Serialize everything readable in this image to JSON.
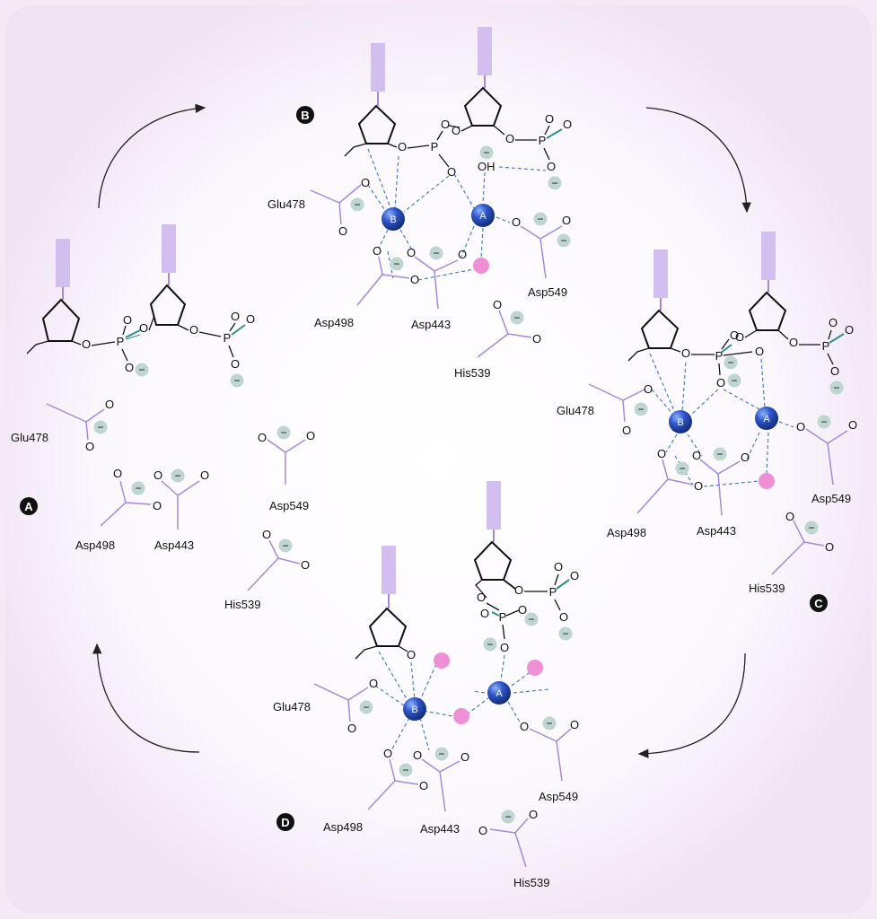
{
  "colors": {
    "background": "#f7f1fa",
    "residue_line": "#a48ad6",
    "base_block": "#d2bff0",
    "coordination": "#3a74c4",
    "metal": "#1f3f9e",
    "water": "#ef8fd6",
    "charge_badge": "#bfd5cf",
    "arrow": "#222222"
  },
  "panels": {
    "A": {
      "label": "A",
      "residues": {
        "glu": "Glu478",
        "asp498": "Asp498",
        "asp443": "Asp443",
        "asp549": "Asp549",
        "his": "His539"
      }
    },
    "B": {
      "label": "B",
      "residues": {
        "glu": "Glu478",
        "asp498": "Asp498",
        "asp443": "Asp443",
        "asp549": "Asp549",
        "his": "His539"
      },
      "metals": {
        "a": "A",
        "b": "B"
      },
      "hydroxyl": "OH"
    },
    "C": {
      "label": "C",
      "residues": {
        "glu": "Glu478",
        "asp498": "Asp498",
        "asp443": "Asp443",
        "asp549": "Asp549",
        "his": "His539"
      },
      "metals": {
        "a": "A",
        "b": "B"
      }
    },
    "D": {
      "label": "D",
      "residues": {
        "glu": "Glu478",
        "asp498": "Asp498",
        "asp443": "Asp443",
        "asp549": "Asp549",
        "his": "His539"
      },
      "metals": {
        "a": "A",
        "b": "B"
      }
    }
  },
  "glyphs": {
    "oxygen": "O",
    "phosphorus": "P",
    "charge": "−"
  }
}
